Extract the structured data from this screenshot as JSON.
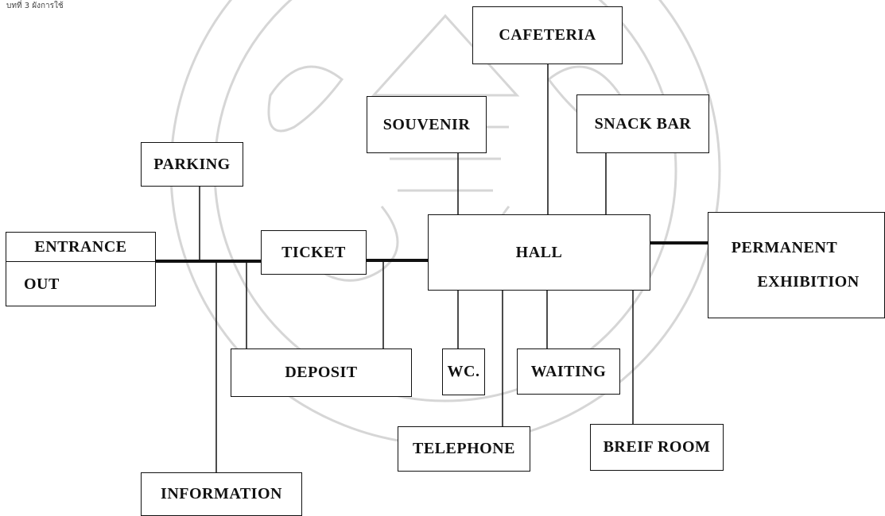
{
  "header_text": "บทที่ 3 ผังการใช้",
  "colors": {
    "line": "#111111",
    "watermark": "#d6d6d6"
  },
  "watermark": {
    "icon": "university-seal"
  },
  "nodes": {
    "entrance": "ENTRANCE",
    "out": "OUT",
    "parking": "PARKING",
    "ticket": "TICKET",
    "information": "INFORMATION",
    "deposit": "DEPOSIT",
    "hall": "HALL",
    "cafeteria": "CAFETERIA",
    "souvenir": "SOUVENIR",
    "snack_bar": "SNACK BAR",
    "permanent": "PERMANENT",
    "exhibition": "EXHIBITION",
    "wc": "WC.",
    "waiting": "WAITING",
    "telephone": "TELEPHONE",
    "breif_room": "BREIF ROOM"
  }
}
